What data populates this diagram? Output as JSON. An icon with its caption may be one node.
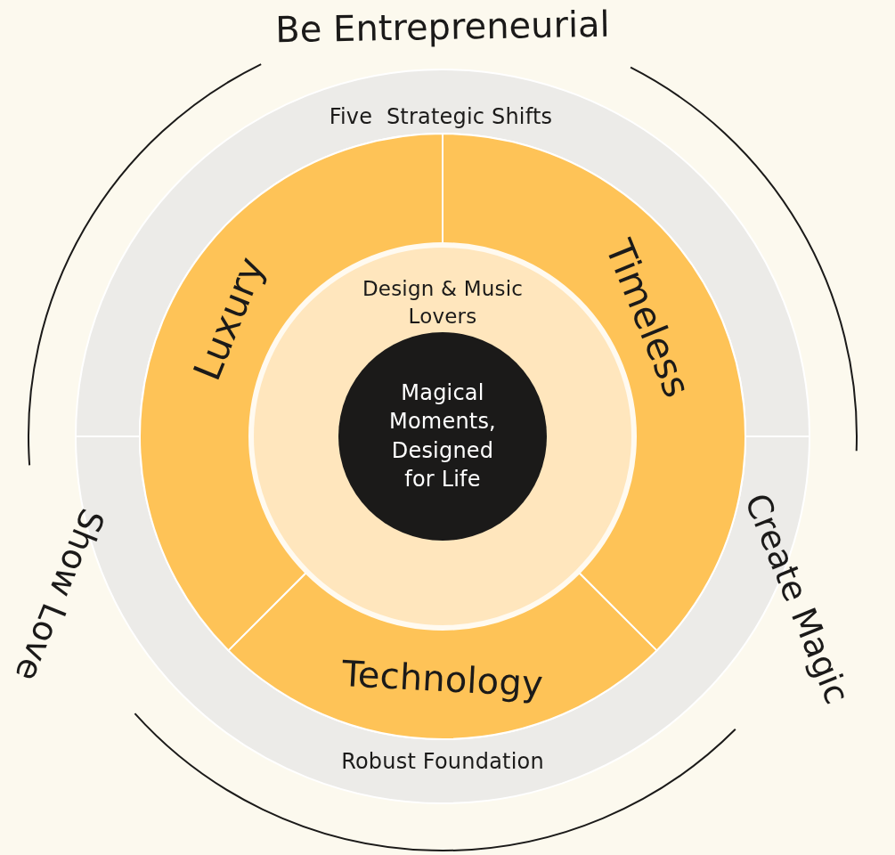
{
  "diagram": {
    "nodes": [
      {
        "text": [
          "Five  Strategic Shifts"
        ]
      },
      {
        "text": [
          "Robust Foundation"
        ]
      },
      {
        "text": [
          "Luxury"
        ]
      },
      {
        "text": [
          "Timeless"
        ]
      },
      {
        "text": [
          "Technology"
        ]
      },
      {
        "text": [
          "Design & Music Lovers"
        ]
      },
      {
        "text": [
          "Magical Moments, Designed for Life"
        ],
        "in": 5
      }
    ],
    "labels": [
      "Be Entrepreneurial",
      "Create Magic",
      "Show Love"
    ]
  }
}
